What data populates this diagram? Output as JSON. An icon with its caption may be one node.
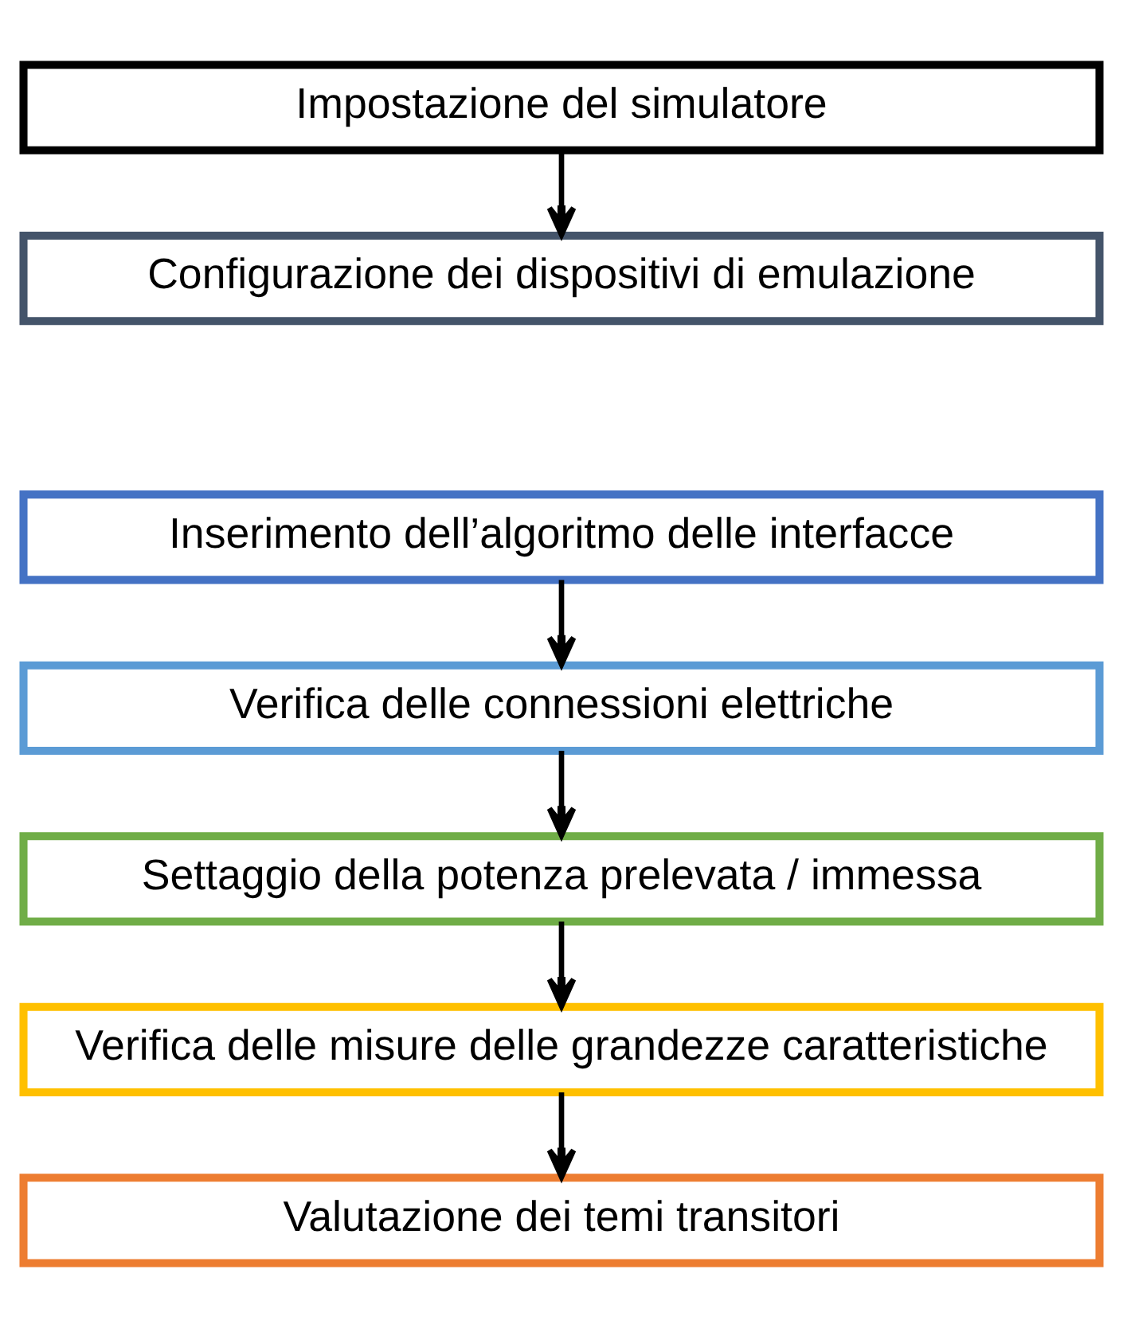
{
  "diagram": {
    "nodes": [
      {
        "text": [
          "Impostazione del simulatore"
        ]
      },
      {
        "text": [
          "Configurazione dei dispositivi di emulazione"
        ]
      },
      {
        "text": [
          "Inserimento dell’algoritmo delle interfacce"
        ]
      },
      {
        "text": [
          "Verifica delle connessioni elettriche"
        ]
      },
      {
        "text": [
          "Settaggio della potenza prelevata / immessa"
        ]
      },
      {
        "text": [
          "Verifica delle misure delle grandezze caratteristiche"
        ]
      },
      {
        "text": [
          "Valutazione dei temi transitori"
        ]
      }
    ],
    "edges": [
      {
        "from": 0,
        "to": 1,
        "arrow": "to"
      },
      {
        "from": 2,
        "to": 3,
        "arrow": "to"
      },
      {
        "from": 3,
        "to": 4,
        "arrow": "to"
      },
      {
        "from": 4,
        "to": 5,
        "arrow": "to"
      },
      {
        "from": 5,
        "to": 6,
        "arrow": "to"
      }
    ]
  }
}
